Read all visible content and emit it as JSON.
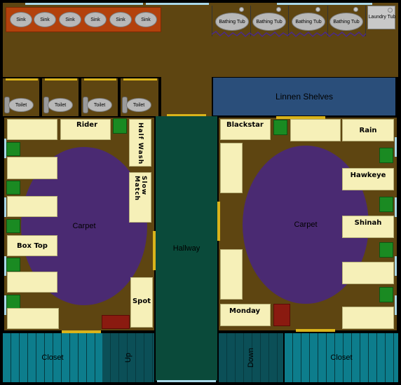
{
  "sinks": [
    "Sink",
    "Sink",
    "Sink",
    "Sink",
    "Sink",
    "Sink"
  ],
  "tubs": [
    "Bathing Tub",
    "Bathing Tub",
    "Bathing Tub",
    "Bathing Tub"
  ],
  "laundry": "Laundry Tub",
  "toilets": [
    "Toilet",
    "Toilet",
    "Toilet",
    "Toilet"
  ],
  "linen": "Linnen Shelves",
  "hallway": "Hallway",
  "left_room": {
    "carpet": "Carpet",
    "beds": {
      "rider": "Rider",
      "box_top": "Box Top",
      "half_wash": "Half Wash",
      "slow_match": "Slow Match",
      "spot": "Spot"
    }
  },
  "right_room": {
    "carpet": "Carpet",
    "beds": {
      "blackstar": "Blackstar",
      "rain": "Rain",
      "hawkeye": "Hawkeye",
      "shinah": "Shinah",
      "monday": "Monday"
    }
  },
  "closets": {
    "left": "Closet",
    "right": "Closet"
  },
  "stairs": {
    "up": "Up",
    "down": "Down"
  }
}
